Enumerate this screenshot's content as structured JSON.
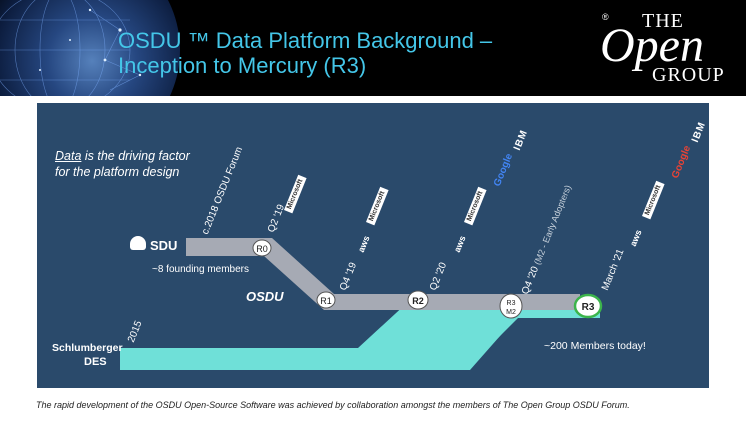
{
  "header": {
    "title_line1": "OSDU ™ Data Platform Background –",
    "title_line2": "Inception to Mercury (R3)",
    "logo": {
      "the": "THE",
      "open": "Open",
      "group": "GROUP",
      "reg": "®"
    }
  },
  "diagram": {
    "driving_word": "Data",
    "driving_rest": " is the driving factor",
    "driving_line2": "for the platform design",
    "sdu_label": "SDU",
    "founding": "~8 founding members",
    "osdu_label": "OSDU",
    "slb_label": "Schlumberger",
    "des_label": "DES",
    "members_today": "~200 Members today!",
    "milestones": [
      {
        "date": "c.2018 OSDU Forum",
        "release": ""
      },
      {
        "date": "Q2 '19",
        "release": "R0"
      },
      {
        "date": "Q4 '19",
        "release": "R1"
      },
      {
        "date": "Q2 '20",
        "release": "R2"
      },
      {
        "date": "Q4 '20",
        "sub": "(M2 - Early Adopters)",
        "release": "R3 M2"
      },
      {
        "date": "March '21",
        "release": "R3"
      }
    ],
    "year_2015": "2015",
    "sponsors": {
      "aws": "aws",
      "microsoft": "Microsoft",
      "google": "Google",
      "ibm": "IBM"
    },
    "colors": {
      "gray_track": "#a6aab4",
      "teal_track": "#6fe0d8",
      "panel": "#2a4a6b",
      "title": "#44c6e8"
    }
  },
  "caption": "The rapid development of the OSDU Open-Source Software was achieved by collaboration amongst the members of The Open Group OSDU Forum."
}
